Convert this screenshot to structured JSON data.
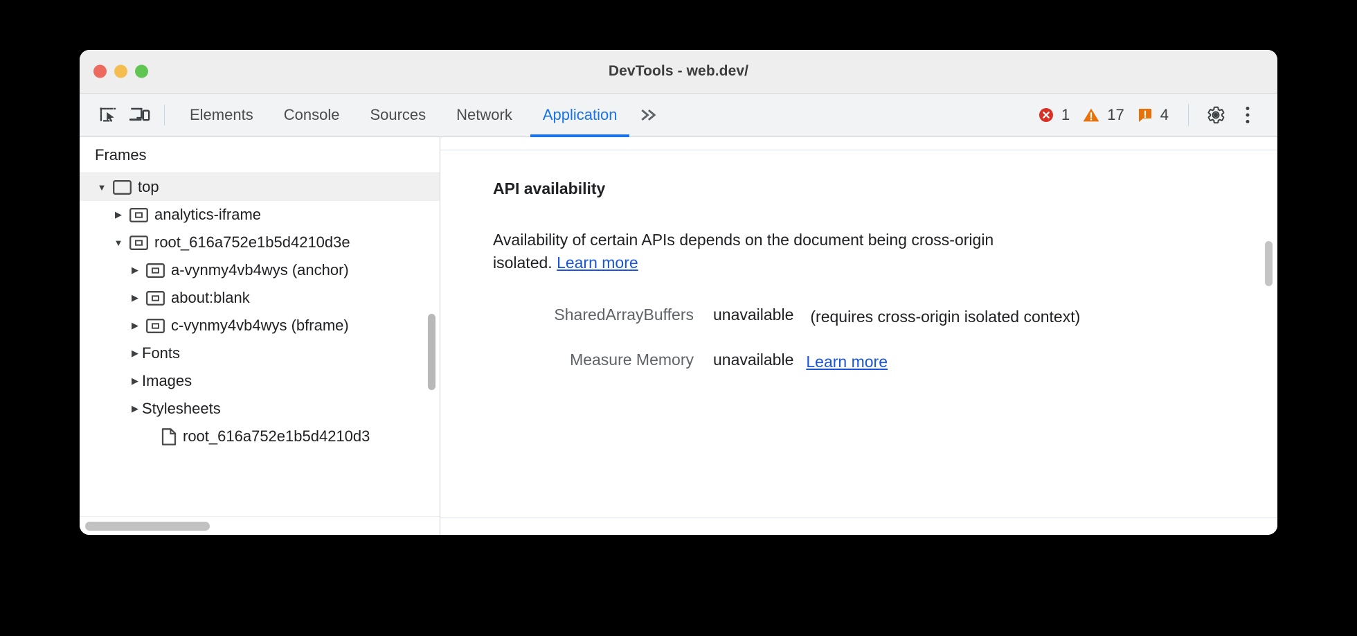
{
  "window": {
    "title": "DevTools - web.dev/",
    "traffic_lights": [
      "close-button",
      "minimize-button",
      "maximize-button"
    ]
  },
  "toolbar": {
    "inspect_icon": "inspect-element-icon",
    "device_icon": "device-toolbar-icon",
    "tabs": [
      {
        "label": "Elements",
        "active": false
      },
      {
        "label": "Console",
        "active": false
      },
      {
        "label": "Sources",
        "active": false
      },
      {
        "label": "Network",
        "active": false
      },
      {
        "label": "Application",
        "active": true
      }
    ],
    "more_tabs_icon": "chevron-double-right-icon",
    "issues": {
      "errors": {
        "icon": "error-circle-icon",
        "count": "1",
        "color": "#d93025"
      },
      "warnings": {
        "icon": "warning-triangle-icon",
        "count": "17",
        "color": "#e8710a"
      },
      "info": {
        "icon": "issue-bubble-icon",
        "count": "4",
        "color": "#e8710a"
      }
    },
    "settings_icon": "gear-icon",
    "menu_icon": "more-vertical-icon"
  },
  "sidebar": {
    "header": "Frames",
    "tree": [
      {
        "label": "top",
        "indent": 0,
        "twisty": "open",
        "icon": "frame-icon",
        "selected": true
      },
      {
        "label": "analytics-iframe",
        "indent": 1,
        "twisty": "closed",
        "icon": "iframe-icon",
        "selected": false
      },
      {
        "label": "root_616a752e1b5d4210d3e",
        "indent": 1,
        "twisty": "open",
        "icon": "iframe-icon",
        "selected": false
      },
      {
        "label": "a-vynmy4vb4wys (anchor)",
        "indent": 2,
        "twisty": "closed",
        "icon": "iframe-icon",
        "selected": false
      },
      {
        "label": "about:blank",
        "indent": 2,
        "twisty": "closed",
        "icon": "iframe-icon",
        "selected": false
      },
      {
        "label": "c-vynmy4vb4wys (bframe)",
        "indent": 2,
        "twisty": "closed",
        "icon": "iframe-icon",
        "selected": false
      },
      {
        "label": "Fonts",
        "indent": 1,
        "twisty": "closed",
        "icon": "none",
        "selected": false
      },
      {
        "label": "Images",
        "indent": 1,
        "twisty": "closed",
        "icon": "none",
        "selected": false
      },
      {
        "label": "Stylesheets",
        "indent": 1,
        "twisty": "closed",
        "icon": "none",
        "selected": false
      },
      {
        "label": "root_616a752e1b5d4210d3",
        "indent": 2,
        "twisty": "none",
        "icon": "document-icon",
        "selected": false
      }
    ]
  },
  "main": {
    "section_title": "API availability",
    "description_part1": "Availability of certain APIs depends on the document being cross-origin isolated. ",
    "description_link": "Learn more",
    "rows": [
      {
        "name": "SharedArrayBuffers",
        "value": "unavailable",
        "note": "(requires cross-origin isolated context)",
        "link": ""
      },
      {
        "name": "Measure Memory",
        "value": "unavailable",
        "note": "",
        "link": "Learn more"
      }
    ]
  },
  "colors": {
    "accent": "#1a73e8",
    "link": "#1a56d6",
    "error": "#d93025",
    "warning": "#e8710a",
    "toolbar_bg": "#f1f3f4"
  }
}
